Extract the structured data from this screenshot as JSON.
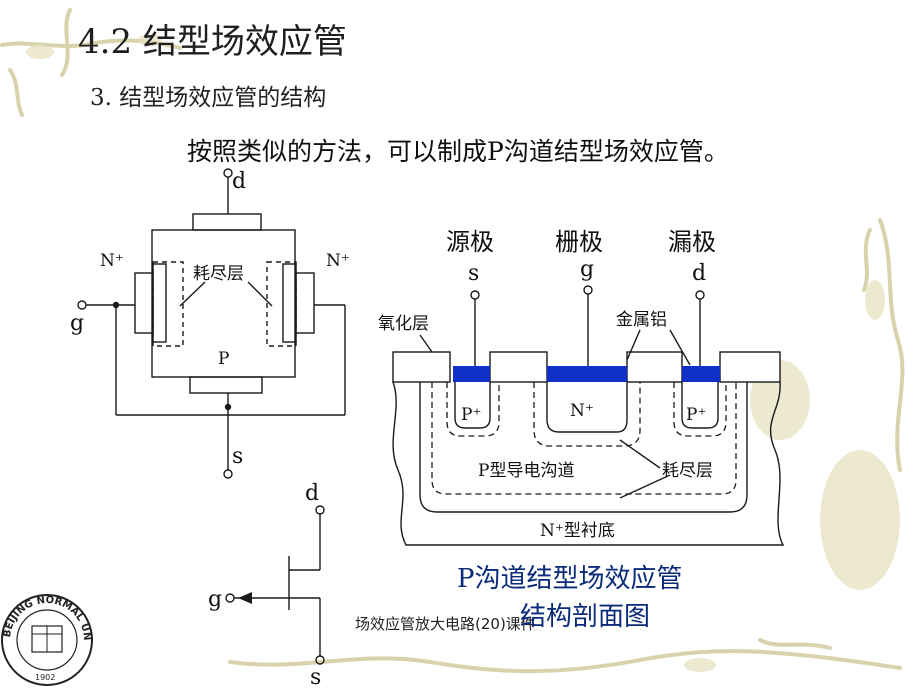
{
  "slide": {
    "title": "4.2 结型场效应管",
    "subtitle": "3. 结型场效应管的结构",
    "intro": "按照类似的方法，可以制成P沟道结型场效应管。",
    "caption_line1": "P沟道结型场效应管",
    "caption_line2": "结构剖面图",
    "footer": "场效应管放大电路(20)课件"
  },
  "left_diagram": {
    "drain": "d",
    "gate": "g",
    "source": "s",
    "n_plus_left": "N⁺",
    "n_plus_right": "N⁺",
    "depletion": "耗尽层",
    "channel": "P"
  },
  "cross_section": {
    "source_cn": "源极",
    "gate_cn": "栅极",
    "drain_cn": "漏极",
    "source": "s",
    "gate": "g",
    "drain": "d",
    "oxide": "氧化层",
    "metal": "金属铝",
    "p_plus_left": "P⁺",
    "n_plus_center": "N⁺",
    "p_plus_right": "P⁺",
    "channel": "P型导电沟道",
    "depletion": "耗尽层",
    "substrate": "N⁺型衬底"
  },
  "symbol": {
    "drain": "d",
    "gate": "g",
    "source": "s"
  },
  "logo": {
    "text": "BEIJING NORMAL UNIVERSITY",
    "year": "1902"
  },
  "colors": {
    "metal": "#1030c8",
    "caption": "#0a2a7a",
    "decor": "#d8d2a8"
  }
}
